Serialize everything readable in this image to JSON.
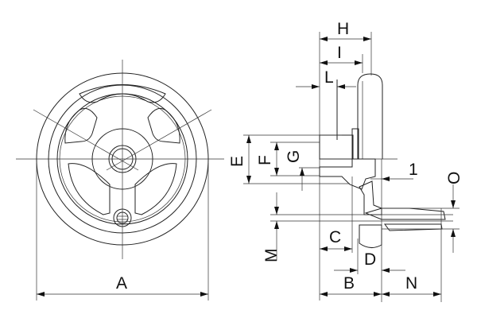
{
  "drawing": {
    "title": "Handwheel dimension drawing",
    "labels": {
      "A": "A",
      "B": "B",
      "C": "C",
      "D": "D",
      "E": "E",
      "F": "F",
      "G": "G",
      "H": "H",
      "I": "I",
      "L": "L",
      "M": "M",
      "N": "N",
      "O": "O",
      "one": "1"
    },
    "colors": {
      "line": "#222222",
      "background": "#ffffff"
    }
  }
}
